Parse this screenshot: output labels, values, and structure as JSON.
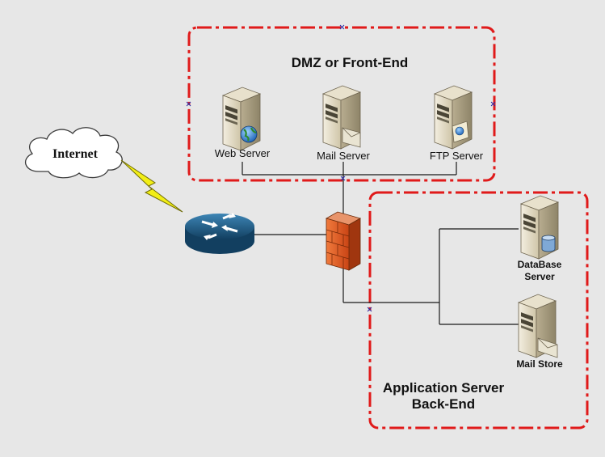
{
  "zones": {
    "dmz_title": "DMZ or Front-End",
    "app_title_line1": "Application Server",
    "app_title_line2": "Back-End"
  },
  "nodes": {
    "internet": "Internet",
    "web_server": "Web Server",
    "mail_server": "Mail Server",
    "ftp_server": "FTP Server",
    "database_server_line1": "DataBase",
    "database_server_line2": "Server",
    "mail_store": "Mail Store"
  },
  "colors": {
    "background": "#e7e7e7",
    "zone_border": "#e01a1a",
    "router": "#1f5d85",
    "firewall": "#d9541e",
    "lightning": "#f2ee16",
    "server_body": "#dcd3bb"
  }
}
